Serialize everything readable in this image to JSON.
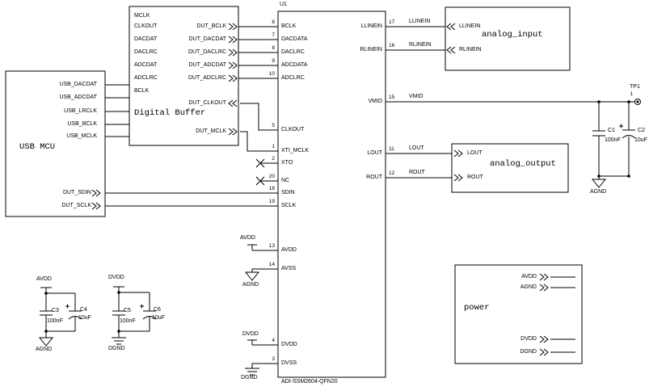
{
  "colors": {
    "line": "#000000",
    "background": "#ffffff"
  },
  "usb_mcu": {
    "title": "USB MCU",
    "pins": [
      "USB_DACDAT",
      "USB_ADCDAT",
      "USB_LRCLK",
      "USB_BCLK",
      "USB_MCLK"
    ],
    "ports": [
      "DUT_SDIN",
      "DUT_SCLK"
    ]
  },
  "buffer": {
    "title": "Digital Buffer",
    "inputs": [
      "MCLK",
      "CLKOUT",
      "DACDAT",
      "DACLRC",
      "ADCDAT",
      "ADCLRC",
      "BCLK"
    ],
    "outputs": [
      "DUT_BCLK",
      "DUT_DACDAT",
      "DUT_DACLRC",
      "DUT_ADCDAT",
      "DUT_ADCLRC",
      "DUT_CLKOUT",
      "DUT_MCLK"
    ]
  },
  "u1": {
    "refdes": "U1",
    "part": "ADI-SSM2604-QFN20",
    "left_names": [
      "BCLK",
      "DACDATA",
      "DACLRC",
      "ADCDATA",
      "ADCLRC",
      "CLKOUT",
      "XTI_MCLK",
      "XTO",
      "NC",
      "SDIN",
      "SCLK",
      "AVDD",
      "AVSS",
      "DVDD",
      "DVSS"
    ],
    "left_nums": [
      "6",
      "7",
      "8",
      "9",
      "10",
      "5",
      "1",
      "2",
      "20",
      "18",
      "19",
      "13",
      "14",
      "4",
      "3"
    ],
    "right_names": [
      "LLINEIN",
      "RLINEIN",
      "VMID",
      "LOUT",
      "ROUT"
    ],
    "right_nums": [
      "17",
      "16",
      "15",
      "11",
      "12"
    ],
    "right_nets": [
      "LLINEIN",
      "RLINEIN",
      "VMID",
      "LOUT",
      "ROUT"
    ]
  },
  "analog_input": {
    "title": "analog_input",
    "ports": [
      "LLINEIN",
      "RLINEIN"
    ]
  },
  "analog_output": {
    "title": "analog_output",
    "ports": [
      "LOUT",
      "ROUT"
    ]
  },
  "power": {
    "title": "power",
    "ports": [
      "AVDD",
      "AGND",
      "DVDD",
      "DGND"
    ]
  },
  "tp1": {
    "ref": "TP1",
    "pin": "1"
  },
  "caps": {
    "c1_ref": "C1",
    "c1_val": "100nF",
    "c2_ref": "C2",
    "c2_val": "10uF",
    "c3_ref": "C3",
    "c3_val": "100nF",
    "c4_ref": "C4",
    "c4_val": "10uF",
    "c5_ref": "C5",
    "c5_val": "100nF",
    "c6_ref": "C6",
    "c6_val": "10uF"
  },
  "nets": {
    "avdd": "AVDD",
    "agnd": "AGND",
    "dvdd": "DVDD",
    "dgnd": "DGND"
  }
}
